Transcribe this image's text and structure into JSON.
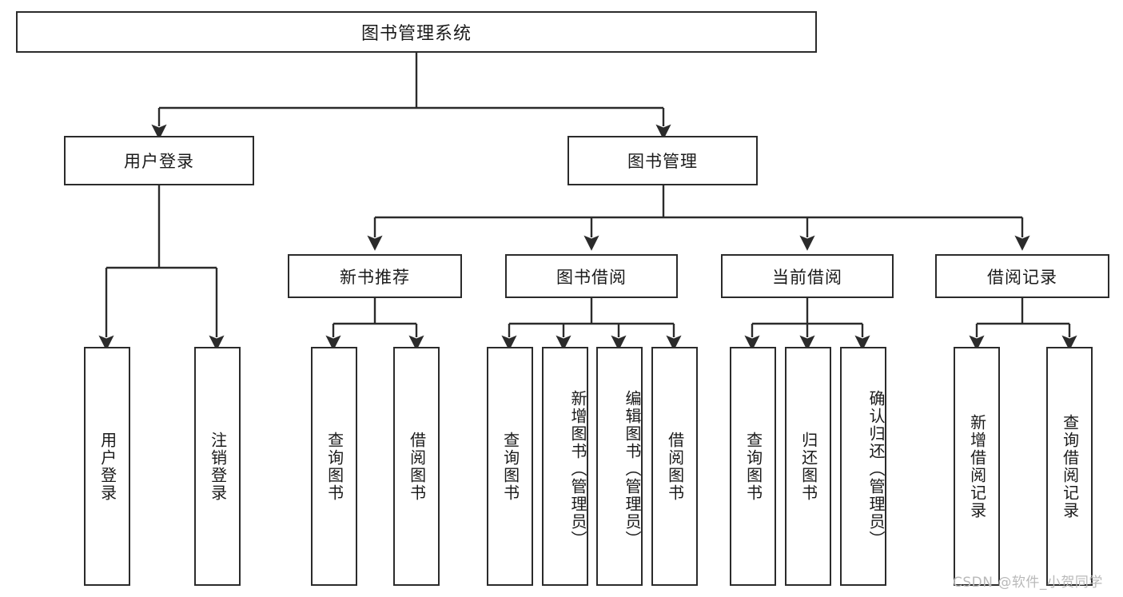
{
  "diagram": {
    "title": "图书管理系统",
    "watermark": "CSDN @软件_小贺同学",
    "root": {
      "label": "图书管理系统"
    },
    "level2": [
      {
        "label": "用户登录"
      },
      {
        "label": "图书管理"
      }
    ],
    "level3": [
      {
        "label": "新书推荐"
      },
      {
        "label": "图书借阅"
      },
      {
        "label": "当前借阅"
      },
      {
        "label": "借阅记录"
      }
    ],
    "leaves": {
      "user_login": [
        {
          "label": "用户登录"
        },
        {
          "label": "注销登录"
        }
      ],
      "new_book_recommend": [
        {
          "label": "查询图书"
        },
        {
          "label": "借阅图书"
        }
      ],
      "book_borrow": [
        {
          "label": "查询图书"
        },
        {
          "label": "新增图书（管理员）"
        },
        {
          "label": "编辑图书（管理员）"
        },
        {
          "label": "借阅图书"
        }
      ],
      "current_borrow": [
        {
          "label": "查询图书"
        },
        {
          "label": "归还图书"
        },
        {
          "label": "确认归还（管理员）"
        }
      ],
      "borrow_records": [
        {
          "label": "新增借阅记录"
        },
        {
          "label": "查询借阅记录"
        }
      ]
    },
    "colors": {
      "stroke": "#2b2b2b",
      "background": "#ffffff",
      "text": "#1a1a1a",
      "watermark": "#b9b9b9"
    }
  }
}
